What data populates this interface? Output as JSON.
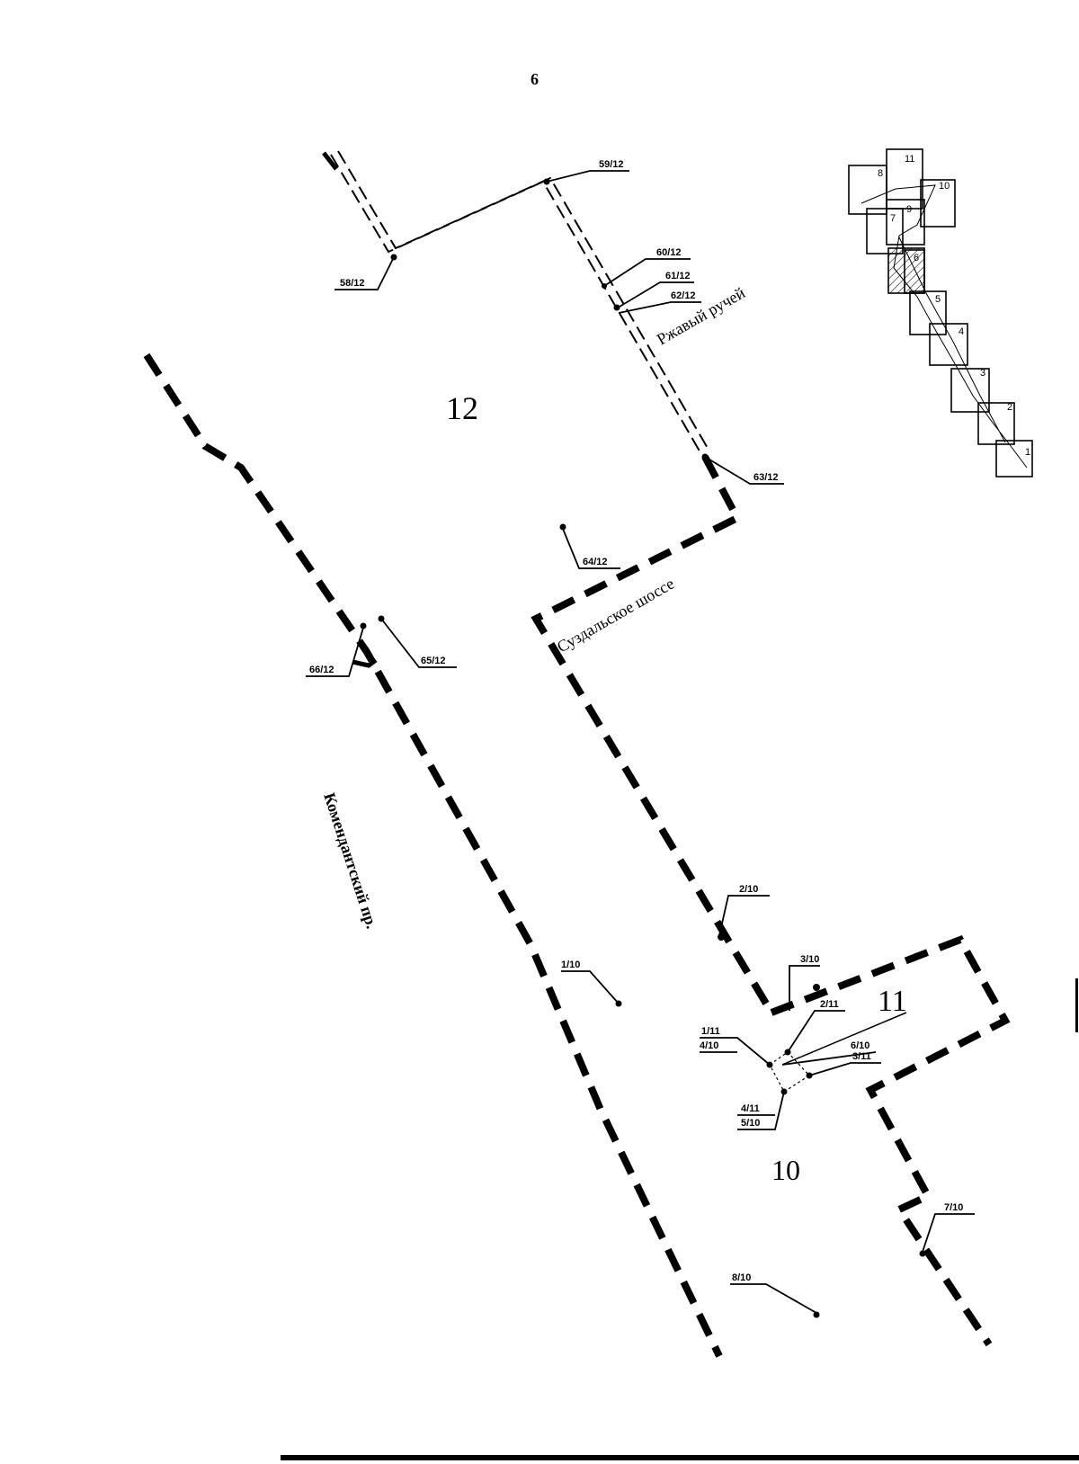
{
  "page_number": "6",
  "district_labels": {
    "d12": "12",
    "d11": "11",
    "d10": "10"
  },
  "streets": {
    "rzhavy": "Ржавый ручей",
    "suzdalskoe": "Суздальское шоссе",
    "komendantsky": "Комендантский пр."
  },
  "points": {
    "p58_12": "58/12",
    "p59_12": "59/12",
    "p60_12": "60/12",
    "p61_12": "61/12",
    "p62_12": "62/12",
    "p63_12": "63/12",
    "p64_12": "64/12",
    "p65_12": "65/12",
    "p66_12": "66/12",
    "p1_10": "1/10",
    "p2_10": "2/10",
    "p3_10": "3/10",
    "p4_10": "4/10",
    "p5_10": "5/10",
    "p6_10": "6/10",
    "p7_10": "7/10",
    "p8_10": "8/10",
    "p1_11": "1/11",
    "p2_11": "2/11",
    "p3_11": "3/11",
    "p4_11": "4/11"
  },
  "index_map": {
    "sheets": [
      "1",
      "2",
      "3",
      "4",
      "5",
      "6",
      "7",
      "8",
      "9",
      "10",
      "11"
    ]
  },
  "colors": {
    "ink": "#000000",
    "paper": "#ffffff",
    "hatch": "#000000"
  }
}
